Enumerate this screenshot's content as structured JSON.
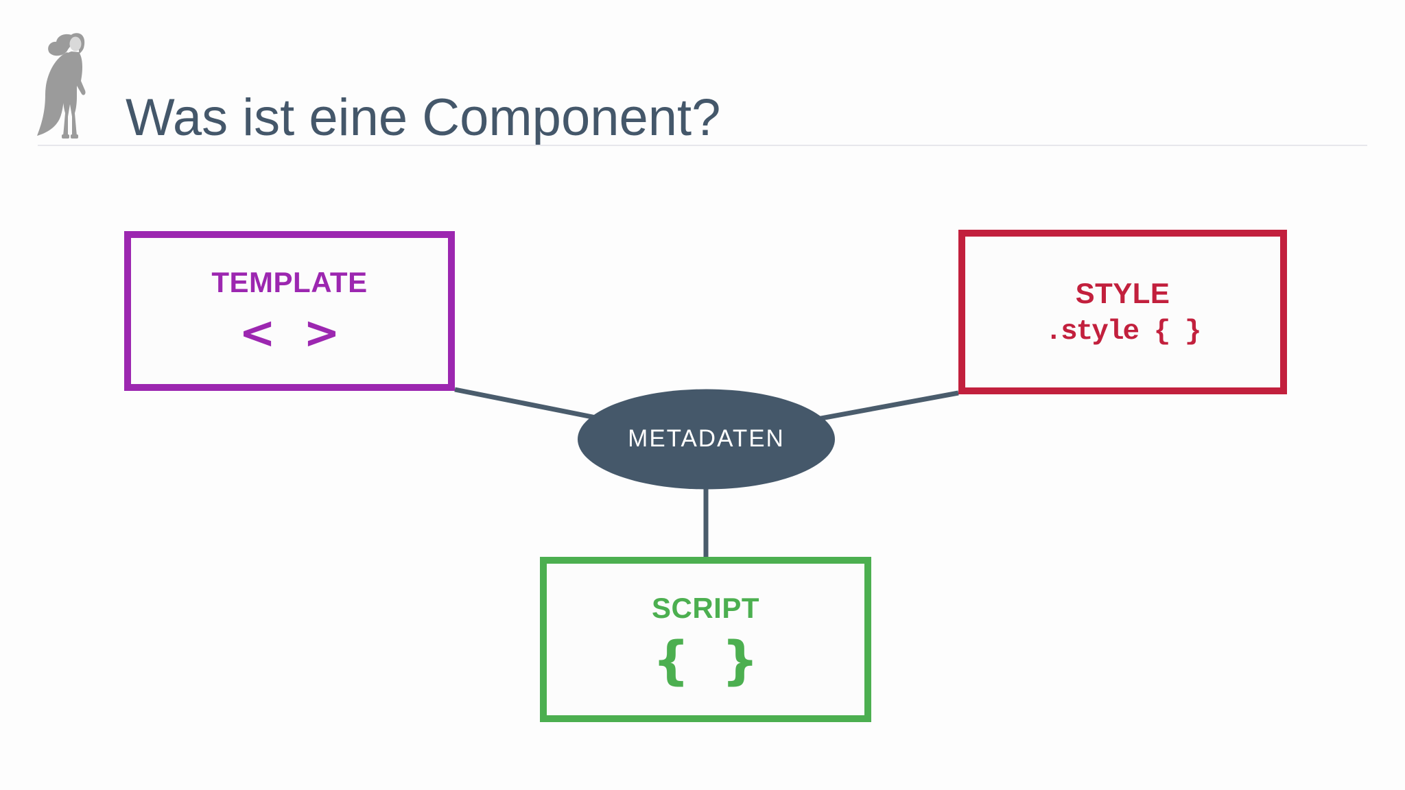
{
  "slide": {
    "title": "Was ist eine Component?"
  },
  "diagram": {
    "template": {
      "label": "TEMPLATE",
      "code": "< >"
    },
    "style": {
      "label": "STYLE",
      "code": ".style { }"
    },
    "script": {
      "label": "SCRIPT",
      "code": "{ }"
    },
    "metadata": {
      "label": "METADATEN"
    }
  },
  "icons": {
    "logo": "superheroine-silhouette"
  },
  "colors": {
    "page_bg": "#FDFDFD",
    "box_bg": "#FCFCFC",
    "title_text": "#44576A",
    "purple": "#9C27B0",
    "red": "#C2203D",
    "green": "#4CAF50",
    "slate": "#45586A",
    "connector": "#4A5C6C",
    "divider": "#E7E7EC",
    "logo_gray": "#9B9B9B",
    "face_gray": "#D9D9D9"
  }
}
